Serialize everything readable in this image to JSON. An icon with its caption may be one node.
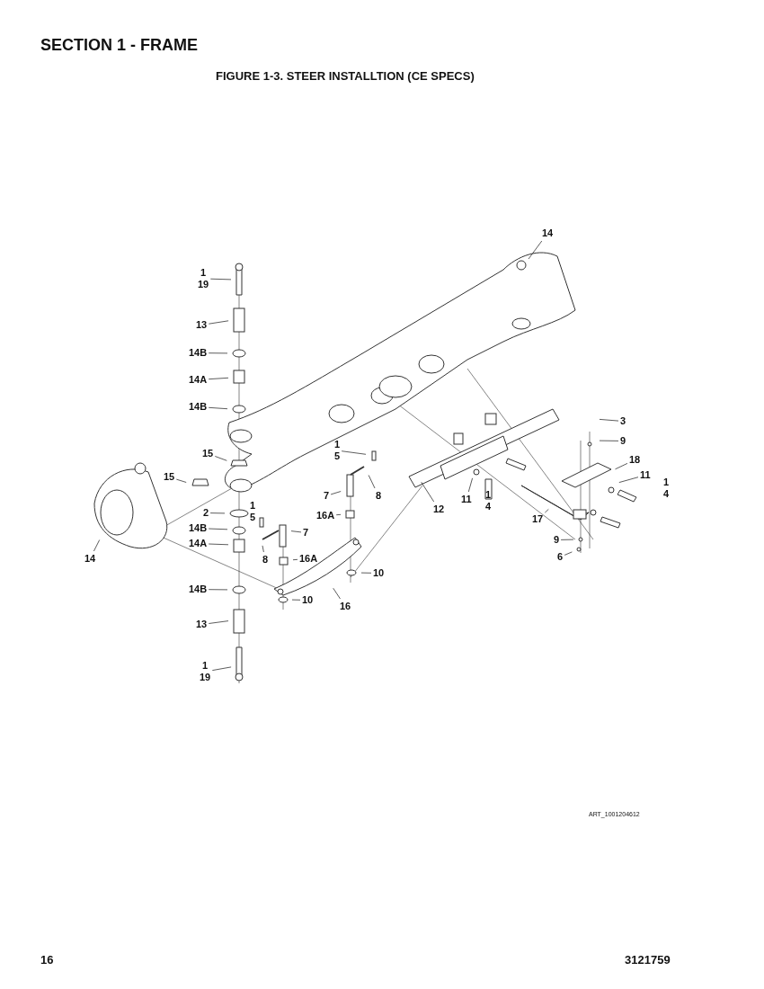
{
  "diagram": {
    "title": "FIGURE 1-3. STEER INSTALLTION (CE SPECS)",
    "nodes": [
      {
        "text": [
          "14"
        ]
      },
      {
        "text": [
          "1",
          "19"
        ]
      },
      {
        "text": [
          "13"
        ]
      },
      {
        "text": [
          "14B"
        ]
      },
      {
        "text": [
          "14A"
        ]
      },
      {
        "text": [
          "14B"
        ]
      },
      {
        "text": [
          "15"
        ]
      },
      {
        "text": [
          "15"
        ]
      },
      {
        "text": [
          "1",
          "5"
        ]
      },
      {
        "text": [
          "8"
        ]
      },
      {
        "text": [
          "7"
        ]
      },
      {
        "text": [
          "18"
        ]
      },
      {
        "text": [
          "3"
        ]
      },
      {
        "text": [
          "9"
        ]
      },
      {
        "text": [
          "11"
        ]
      },
      {
        "text": [
          "12"
        ]
      },
      {
        "text": [
          "11"
        ]
      },
      {
        "text": [
          "2"
        ]
      },
      {
        "text": [
          "14B"
        ]
      },
      {
        "text": [
          "16A"
        ]
      },
      {
        "text": [
          "14A"
        ]
      },
      {
        "text": [
          "8"
        ]
      },
      {
        "text": [
          "7"
        ]
      },
      {
        "text": [
          "17"
        ]
      },
      {
        "text": [
          "9"
        ]
      },
      {
        "text": [
          "14"
        ]
      },
      {
        "text": [
          "16A"
        ]
      },
      {
        "text": [
          "6"
        ]
      },
      {
        "text": [
          "10"
        ]
      },
      {
        "text": [
          "14B"
        ]
      },
      {
        "text": [
          "10"
        ]
      },
      {
        "text": [
          "16"
        ]
      },
      {
        "text": [
          "13"
        ]
      },
      {
        "text": [
          "1",
          "19"
        ]
      }
    ],
    "edges": [
      {
        "from": 0,
        "to": null,
        "arrow": "none"
      },
      {
        "from": 1,
        "to": null,
        "arrow": "none"
      },
      {
        "from": 2,
        "to": null,
        "arrow": "none"
      },
      {
        "from": 3,
        "to": null,
        "arrow": "none"
      },
      {
        "from": 4,
        "to": null,
        "arrow": "none"
      },
      {
        "from": 5,
        "to": null,
        "arrow": "none"
      },
      {
        "from": 6,
        "to": null,
        "arrow": "none"
      },
      {
        "from": 7,
        "to": null,
        "arrow": "none"
      },
      {
        "from": 8,
        "to": null,
        "arrow": "none"
      },
      {
        "from": 9,
        "to": null,
        "arrow": "none"
      },
      {
        "from": 10,
        "to": null,
        "arrow": "none"
      },
      {
        "from": 11,
        "to": null,
        "arrow": "none"
      },
      {
        "from": 12,
        "to": null,
        "arrow": "none"
      },
      {
        "from": 13,
        "to": null,
        "arrow": "none"
      },
      {
        "from": 14,
        "to": null,
        "arrow": "none"
      },
      {
        "from": 15,
        "to": null,
        "arrow": "none"
      },
      {
        "from": 16,
        "to": null,
        "arrow": "none"
      },
      {
        "from": 17,
        "to": null,
        "arrow": "none"
      },
      {
        "from": 18,
        "to": null,
        "arrow": "none"
      },
      {
        "from": 19,
        "to": null,
        "arrow": "none"
      },
      {
        "from": 20,
        "to": null,
        "arrow": "none"
      },
      {
        "from": 21,
        "to": null,
        "arrow": "none"
      },
      {
        "from": 22,
        "to": null,
        "arrow": "none"
      },
      {
        "from": 23,
        "to": null,
        "arrow": "none"
      },
      {
        "from": 24,
        "to": null,
        "arrow": "none"
      },
      {
        "from": 25,
        "to": null,
        "arrow": "none"
      },
      {
        "from": 26,
        "to": null,
        "arrow": "none"
      },
      {
        "from": 27,
        "to": null,
        "arrow": "none"
      },
      {
        "from": 28,
        "to": null,
        "arrow": "none"
      },
      {
        "from": 29,
        "to": null,
        "arrow": "none"
      },
      {
        "from": 30,
        "to": null,
        "arrow": "none"
      },
      {
        "from": 31,
        "to": null,
        "arrow": "none"
      },
      {
        "from": 32,
        "to": null,
        "arrow": "none"
      },
      {
        "from": 33,
        "to": null,
        "arrow": "none"
      }
    ],
    "labels": [
      "SECTION 1 - FRAME",
      "1",
      "5",
      "1",
      "4",
      "1",
      "4",
      "ART_1001204612",
      "16",
      "3121759"
    ]
  }
}
